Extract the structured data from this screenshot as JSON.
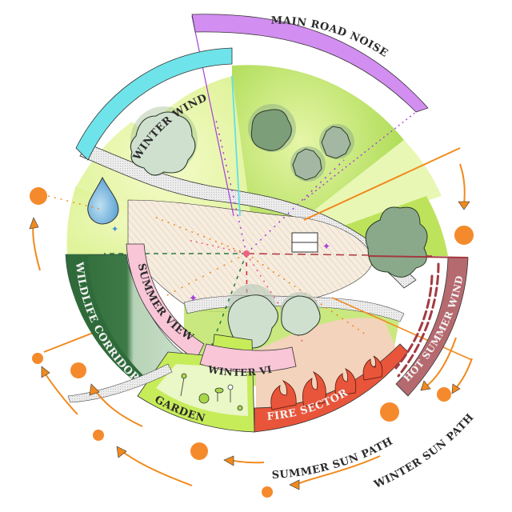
{
  "title": "Permaculture Sector Analysis",
  "colors": {
    "winter_wind": "#5fe0e8",
    "main_road_noise": "#c778e6",
    "summer_view": "#f8c6d6",
    "winter_view": "#f8c6d6",
    "wildlife_corridor": "#2f6b3a",
    "garden": "#c7ec5a",
    "fire_sector": "#e8553a",
    "hot_summer_wind": "#b0636a",
    "sun": "#f58a2c",
    "sun_arrow": "#f08a1e",
    "lawn": "#c9ea6a",
    "lawn_pale": "#eef8b8",
    "house_hatch": "#f3e6d2",
    "road": "#e3e3e3",
    "tree": "#8aa98a",
    "water": "#6fb3dc",
    "wildlife_bg": "#a8c8a8"
  },
  "sectors": [
    {
      "id": "winter_wind",
      "label": "WINTER WIND"
    },
    {
      "id": "main_road_noise",
      "label": "MAIN ROAD NOISE"
    },
    {
      "id": "summer_view",
      "label": "SUMMER VIEW"
    },
    {
      "id": "winter_view",
      "label": "WINTER VIEW"
    },
    {
      "id": "wildlife_corridor",
      "label": "WILDLIFE CORRIDOR"
    },
    {
      "id": "garden",
      "label": "GARDEN"
    },
    {
      "id": "fire_sector",
      "label": "FIRE SECTOR"
    },
    {
      "id": "hot_summer_wind",
      "label": "HOT SUMMER WIND"
    }
  ],
  "sun_paths": [
    {
      "id": "summer",
      "label": "SUMMER SUN PATH"
    },
    {
      "id": "winter",
      "label": "WINTER SUN PATH"
    }
  ],
  "icons": [
    {
      "name": "water-drop-icon"
    },
    {
      "name": "tree-icon"
    },
    {
      "name": "house-icon"
    },
    {
      "name": "flame-icon"
    },
    {
      "name": "sun-icon"
    },
    {
      "name": "arrow-icon"
    },
    {
      "name": "plant-icon"
    }
  ]
}
